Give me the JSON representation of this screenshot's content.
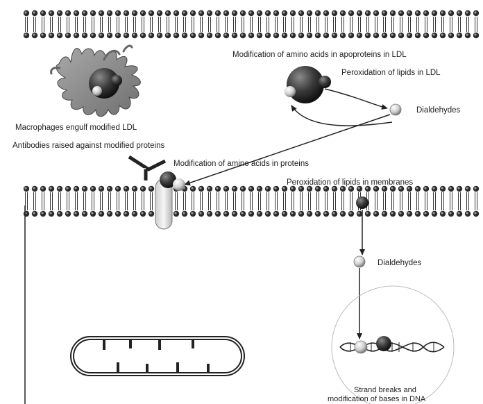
{
  "labels": {
    "mod_apoproteins": "Modification of amino acids in apoproteins in LDL",
    "perox_ldl": "Peroxidation of lipids in LDL",
    "dialdehydes_top": "Dialdehydes",
    "macrophages": "Macrophages engulf modified LDL",
    "antibodies": "Antibodies raised against modified proteins",
    "mod_proteins": "Modification of amino acids in proteins",
    "perox_membranes": "Peroxidation of lipids in membranes",
    "dialdehydes_mid": "Dialdehydes",
    "dna_line1": "Strand breaks and",
    "dna_line2": "modification of bases in DNA"
  },
  "colors": {
    "ink": "#222222",
    "sphere_dark": "#3a3a3a",
    "sphere_light": "#d9d9d9",
    "cell_fill": "#8c8c8c",
    "paper": "#ffffff"
  }
}
